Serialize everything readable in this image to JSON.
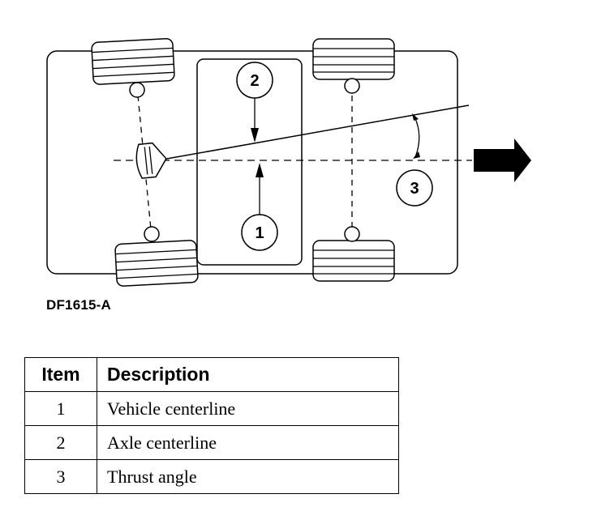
{
  "figure": {
    "id_label": "DF1615-A",
    "callouts": [
      "2",
      "1",
      "3"
    ]
  },
  "legend": {
    "headers": {
      "item": "Item",
      "description": "Description"
    },
    "rows": [
      {
        "item": "1",
        "description": "Vehicle centerline"
      },
      {
        "item": "2",
        "description": "Axle centerline"
      },
      {
        "item": "3",
        "description": "Thrust angle"
      }
    ]
  }
}
